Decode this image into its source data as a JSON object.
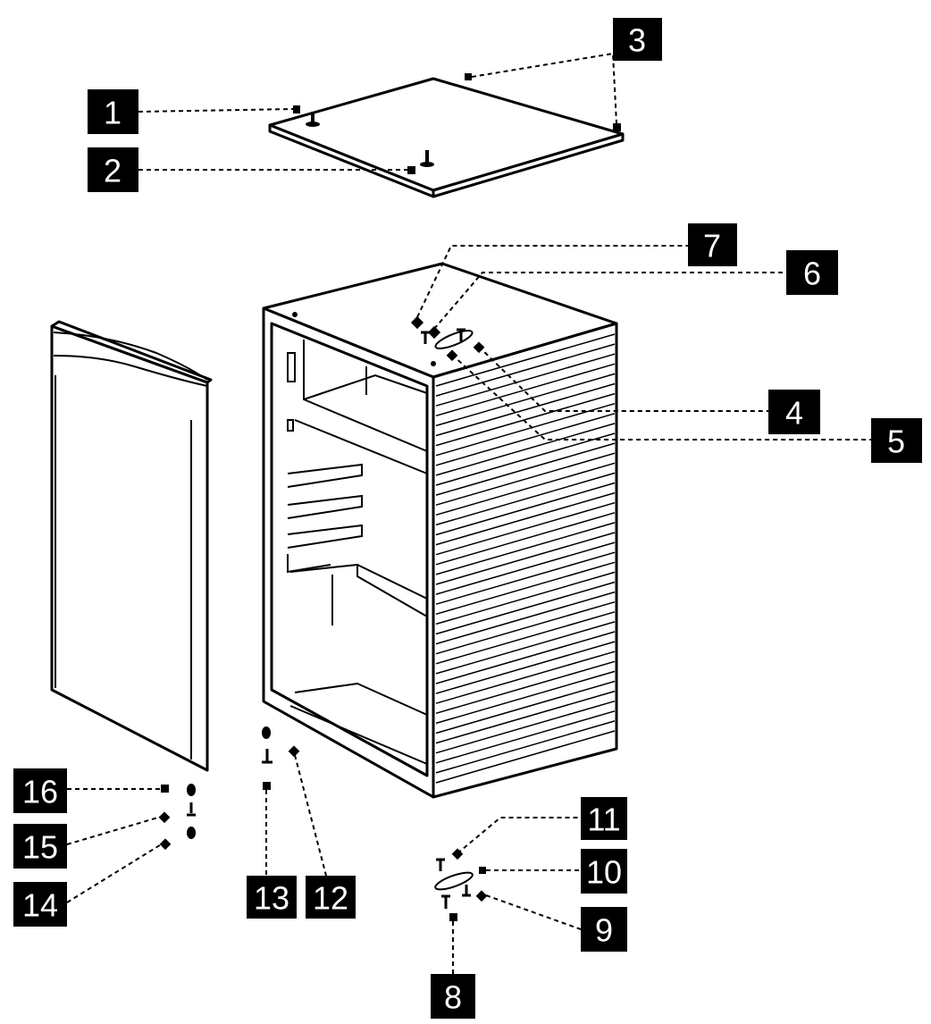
{
  "callouts": [
    {
      "id": "1",
      "label": "1"
    },
    {
      "id": "2",
      "label": "2"
    },
    {
      "id": "3",
      "label": "3"
    },
    {
      "id": "4",
      "label": "4"
    },
    {
      "id": "5",
      "label": "5"
    },
    {
      "id": "6",
      "label": "6"
    },
    {
      "id": "7",
      "label": "7"
    },
    {
      "id": "8",
      "label": "8"
    },
    {
      "id": "9",
      "label": "9"
    },
    {
      "id": "10",
      "label": "10"
    },
    {
      "id": "11",
      "label": "11"
    },
    {
      "id": "12",
      "label": "12"
    },
    {
      "id": "13",
      "label": "13"
    },
    {
      "id": "14",
      "label": "14"
    },
    {
      "id": "15",
      "label": "15"
    },
    {
      "id": "16",
      "label": "16"
    }
  ],
  "colors": {
    "ink": "#000000",
    "paper": "#ffffff",
    "label_text": "#ffffff"
  }
}
